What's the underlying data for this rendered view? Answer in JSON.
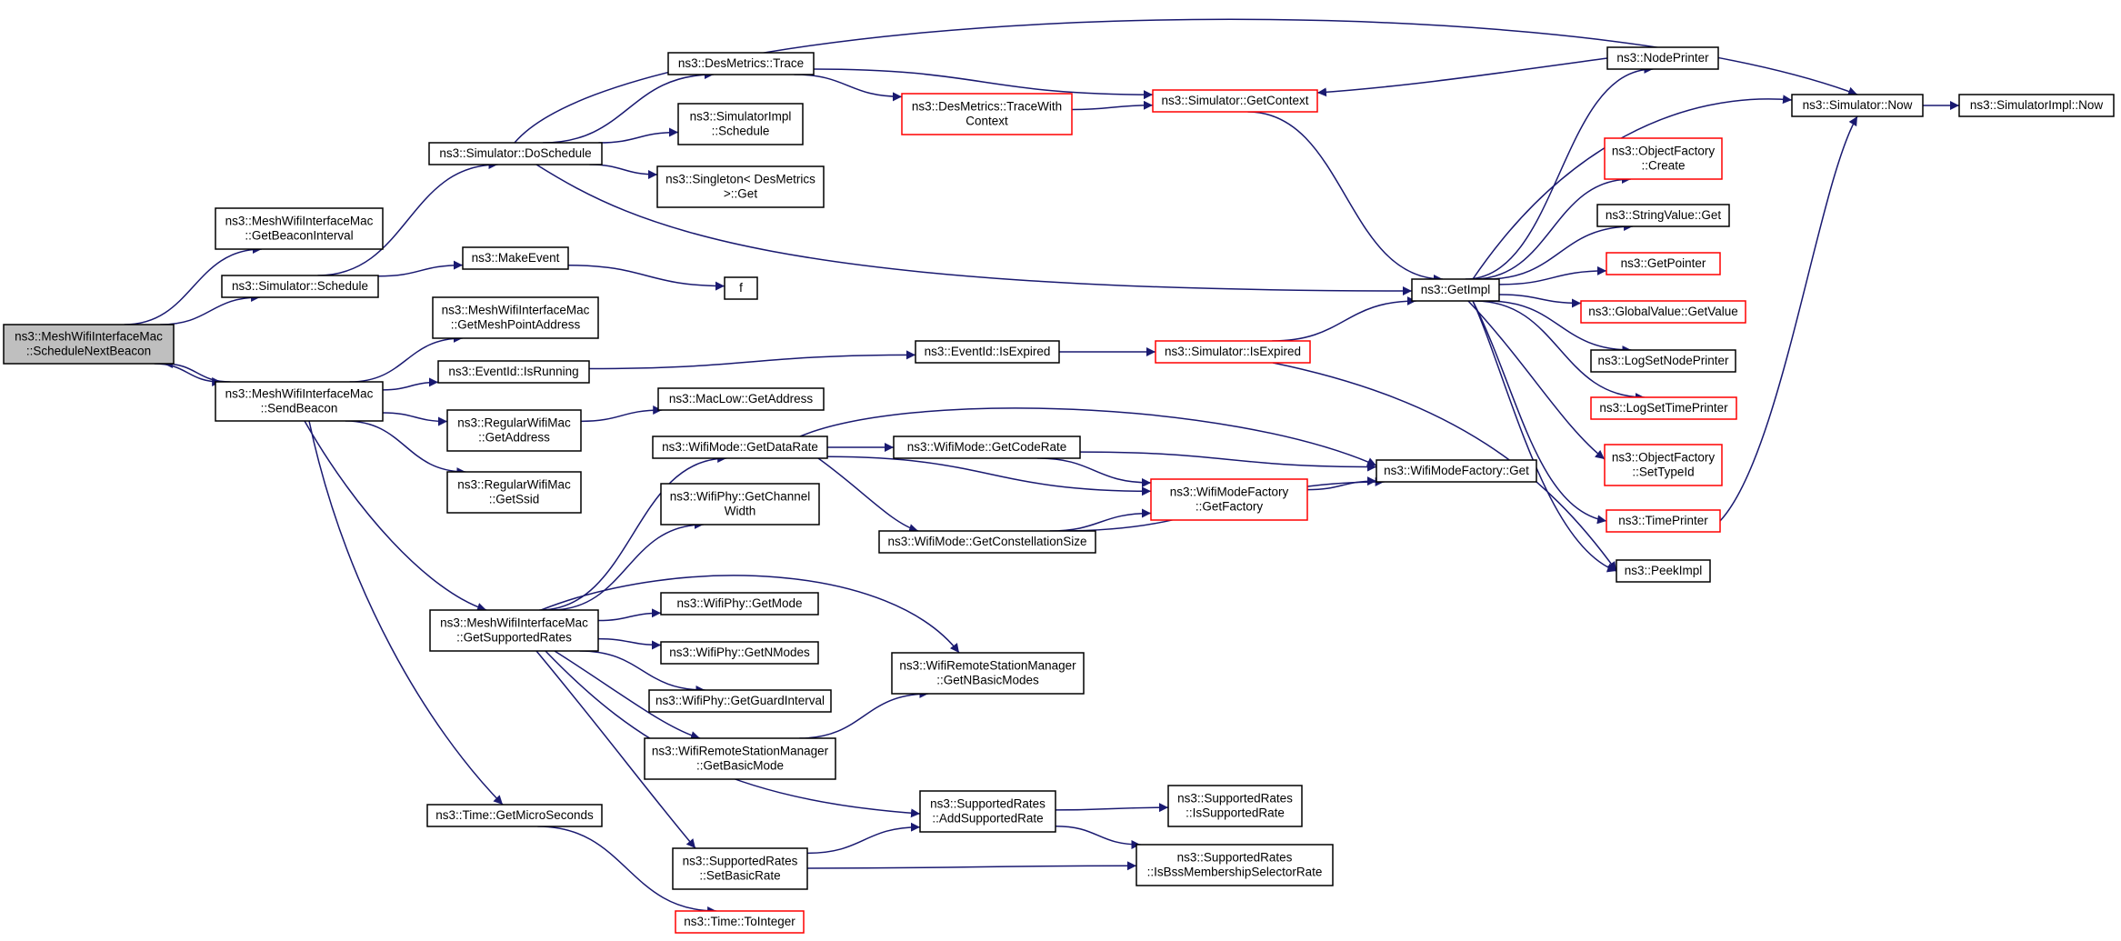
{
  "diagram": {
    "type": "call-graph",
    "colors": {
      "edge": "#191970",
      "border": "#000000",
      "unresolved_border": "#ff0000",
      "root_fill": "#bfbfbf"
    },
    "nodes": [
      {
        "id": "root",
        "lines": [
          "ns3::MeshWifiInterfaceMac",
          "::ScheduleNextBeacon"
        ]
      },
      {
        "id": "getBeaconInterval",
        "lines": [
          "ns3::MeshWifiInterfaceMac",
          "::GetBeaconInterval"
        ]
      },
      {
        "id": "simSchedule",
        "lines": [
          "ns3::Simulator::Schedule"
        ]
      },
      {
        "id": "sendBeacon",
        "lines": [
          "ns3::MeshWifiInterfaceMac",
          "::SendBeacon"
        ]
      },
      {
        "id": "doSchedule",
        "lines": [
          "ns3::Simulator::DoSchedule"
        ]
      },
      {
        "id": "makeEvent",
        "lines": [
          "ns3::MakeEvent"
        ]
      },
      {
        "id": "getMeshPointAddress",
        "lines": [
          "ns3::MeshWifiInterfaceMac",
          "::GetMeshPointAddress"
        ]
      },
      {
        "id": "isRunning",
        "lines": [
          "ns3::EventId::IsRunning"
        ]
      },
      {
        "id": "regGetAddress",
        "lines": [
          "ns3::RegularWifiMac",
          "::GetAddress"
        ]
      },
      {
        "id": "regGetSsid",
        "lines": [
          "ns3::RegularWifiMac",
          "::GetSsid"
        ]
      },
      {
        "id": "getSupportedRates",
        "lines": [
          "ns3::MeshWifiInterfaceMac",
          "::GetSupportedRates"
        ]
      },
      {
        "id": "getMicroSeconds",
        "lines": [
          "ns3::Time::GetMicroSeconds"
        ]
      },
      {
        "id": "desTrace",
        "lines": [
          "ns3::DesMetrics::Trace"
        ]
      },
      {
        "id": "implSchedule",
        "lines": [
          "ns3::SimulatorImpl",
          "::Schedule"
        ]
      },
      {
        "id": "singletonGet",
        "lines": [
          "ns3::Singleton< DesMetrics",
          ">::Get"
        ]
      },
      {
        "id": "f",
        "lines": [
          "f"
        ]
      },
      {
        "id": "macLowGetAddress",
        "lines": [
          "ns3::MacLow::GetAddress"
        ]
      },
      {
        "id": "getDataRate",
        "lines": [
          "ns3::WifiMode::GetDataRate"
        ]
      },
      {
        "id": "getChannelWidth",
        "lines": [
          "ns3::WifiPhy::GetChannel",
          "Width"
        ]
      },
      {
        "id": "getMode",
        "lines": [
          "ns3::WifiPhy::GetMode"
        ]
      },
      {
        "id": "getNModes",
        "lines": [
          "ns3::WifiPhy::GetNModes"
        ]
      },
      {
        "id": "getGuardInterval",
        "lines": [
          "ns3::WifiPhy::GetGuardInterval"
        ]
      },
      {
        "id": "getBasicMode",
        "lines": [
          "ns3::WifiRemoteStationManager",
          "::GetBasicMode"
        ]
      },
      {
        "id": "setBasicRate",
        "lines": [
          "ns3::SupportedRates",
          "::SetBasicRate"
        ]
      },
      {
        "id": "toInteger",
        "lines": [
          "ns3::Time::ToInteger"
        ]
      },
      {
        "id": "traceWithContext",
        "lines": [
          "ns3::DesMetrics::TraceWith",
          "Context"
        ]
      },
      {
        "id": "isExpired",
        "lines": [
          "ns3::EventId::IsExpired"
        ]
      },
      {
        "id": "getCodeRate",
        "lines": [
          "ns3::WifiMode::GetCodeRate"
        ]
      },
      {
        "id": "getConstellationSize",
        "lines": [
          "ns3::WifiMode::GetConstellationSize"
        ]
      },
      {
        "id": "getNBasicModes",
        "lines": [
          "ns3::WifiRemoteStationManager",
          "::GetNBasicModes"
        ]
      },
      {
        "id": "addSupportedRate",
        "lines": [
          "ns3::SupportedRates",
          "::AddSupportedRate"
        ]
      },
      {
        "id": "simGetContext",
        "lines": [
          "ns3::Simulator::GetContext"
        ]
      },
      {
        "id": "simIsExpired",
        "lines": [
          "ns3::Simulator::IsExpired"
        ]
      },
      {
        "id": "modeFactoryGetFactory",
        "lines": [
          "ns3::WifiModeFactory",
          "::GetFactory"
        ]
      },
      {
        "id": "isSupportedRate",
        "lines": [
          "ns3::SupportedRates",
          "::IsSupportedRate"
        ]
      },
      {
        "id": "isBssMembership",
        "lines": [
          "ns3::SupportedRates",
          "::IsBssMembershipSelectorRate"
        ]
      },
      {
        "id": "getImpl",
        "lines": [
          "ns3::GetImpl"
        ]
      },
      {
        "id": "modeFactoryGet",
        "lines": [
          "ns3::WifiModeFactory::Get"
        ]
      },
      {
        "id": "nodePrinter",
        "lines": [
          "ns3::NodePrinter"
        ]
      },
      {
        "id": "objFactoryCreate",
        "lines": [
          "ns3::ObjectFactory",
          "::Create"
        ]
      },
      {
        "id": "stringValueGet",
        "lines": [
          "ns3::StringValue::Get"
        ]
      },
      {
        "id": "getPointer",
        "lines": [
          "ns3::GetPointer"
        ]
      },
      {
        "id": "globalValueGetValue",
        "lines": [
          "ns3::GlobalValue::GetValue"
        ]
      },
      {
        "id": "logSetNodePrinter",
        "lines": [
          "ns3::LogSetNodePrinter"
        ]
      },
      {
        "id": "logSetTimePrinter",
        "lines": [
          "ns3::LogSetTimePrinter"
        ]
      },
      {
        "id": "objFactorySetTypeId",
        "lines": [
          "ns3::ObjectFactory",
          "::SetTypeId"
        ]
      },
      {
        "id": "timePrinter",
        "lines": [
          "ns3::TimePrinter"
        ]
      },
      {
        "id": "peekImpl",
        "lines": [
          "ns3::PeekImpl"
        ]
      },
      {
        "id": "simNow",
        "lines": [
          "ns3::Simulator::Now"
        ]
      },
      {
        "id": "implNow",
        "lines": [
          "ns3::SimulatorImpl::Now"
        ]
      }
    ],
    "edges": [
      [
        "root",
        "getBeaconInterval"
      ],
      [
        "root",
        "simSchedule"
      ],
      [
        "root",
        "sendBeacon"
      ],
      [
        "sendBeacon",
        "root"
      ],
      [
        "simSchedule",
        "doSchedule"
      ],
      [
        "simSchedule",
        "makeEvent"
      ],
      [
        "doSchedule",
        "desTrace"
      ],
      [
        "doSchedule",
        "implSchedule"
      ],
      [
        "doSchedule",
        "singletonGet"
      ],
      [
        "doSchedule",
        "simNow"
      ],
      [
        "doSchedule",
        "getImpl"
      ],
      [
        "makeEvent",
        "f"
      ],
      [
        "sendBeacon",
        "getMeshPointAddress"
      ],
      [
        "sendBeacon",
        "isRunning"
      ],
      [
        "sendBeacon",
        "regGetAddress"
      ],
      [
        "sendBeacon",
        "regGetSsid"
      ],
      [
        "sendBeacon",
        "getSupportedRates"
      ],
      [
        "sendBeacon",
        "getMicroSeconds"
      ],
      [
        "isRunning",
        "isExpired"
      ],
      [
        "isExpired",
        "simIsExpired"
      ],
      [
        "simIsExpired",
        "getImpl"
      ],
      [
        "simIsExpired",
        "peekImpl"
      ],
      [
        "regGetAddress",
        "macLowGetAddress"
      ],
      [
        "getSupportedRates",
        "getDataRate"
      ],
      [
        "getSupportedRates",
        "getChannelWidth"
      ],
      [
        "getSupportedRates",
        "getMode"
      ],
      [
        "getSupportedRates",
        "getNModes"
      ],
      [
        "getSupportedRates",
        "getGuardInterval"
      ],
      [
        "getSupportedRates",
        "getBasicMode"
      ],
      [
        "getSupportedRates",
        "getNBasicModes"
      ],
      [
        "getSupportedRates",
        "addSupportedRate"
      ],
      [
        "getSupportedRates",
        "setBasicRate"
      ],
      [
        "getBasicMode",
        "getNBasicModes"
      ],
      [
        "getDataRate",
        "getCodeRate"
      ],
      [
        "getDataRate",
        "getConstellationSize"
      ],
      [
        "getDataRate",
        "modeFactoryGetFactory"
      ],
      [
        "getDataRate",
        "modeFactoryGet"
      ],
      [
        "getCodeRate",
        "modeFactoryGetFactory"
      ],
      [
        "getCodeRate",
        "modeFactoryGet"
      ],
      [
        "getConstellationSize",
        "modeFactoryGetFactory"
      ],
      [
        "getConstellationSize",
        "modeFactoryGet"
      ],
      [
        "modeFactoryGetFactory",
        "modeFactoryGet"
      ],
      [
        "addSupportedRate",
        "isSupportedRate"
      ],
      [
        "addSupportedRate",
        "isBssMembership"
      ],
      [
        "setBasicRate",
        "addSupportedRate"
      ],
      [
        "setBasicRate",
        "isBssMembership"
      ],
      [
        "getMicroSeconds",
        "toInteger"
      ],
      [
        "desTrace",
        "simGetContext"
      ],
      [
        "desTrace",
        "traceWithContext"
      ],
      [
        "traceWithContext",
        "simGetContext"
      ],
      [
        "simGetContext",
        "getImpl"
      ],
      [
        "getImpl",
        "nodePrinter"
      ],
      [
        "getImpl",
        "simNow"
      ],
      [
        "getImpl",
        "objFactoryCreate"
      ],
      [
        "getImpl",
        "stringValueGet"
      ],
      [
        "getImpl",
        "getPointer"
      ],
      [
        "getImpl",
        "globalValueGetValue"
      ],
      [
        "getImpl",
        "logSetNodePrinter"
      ],
      [
        "getImpl",
        "logSetTimePrinter"
      ],
      [
        "getImpl",
        "objFactorySetTypeId"
      ],
      [
        "getImpl",
        "timePrinter"
      ],
      [
        "getImpl",
        "peekImpl"
      ],
      [
        "nodePrinter",
        "simGetContext"
      ],
      [
        "timePrinter",
        "simNow"
      ],
      [
        "simNow",
        "implNow"
      ]
    ]
  }
}
